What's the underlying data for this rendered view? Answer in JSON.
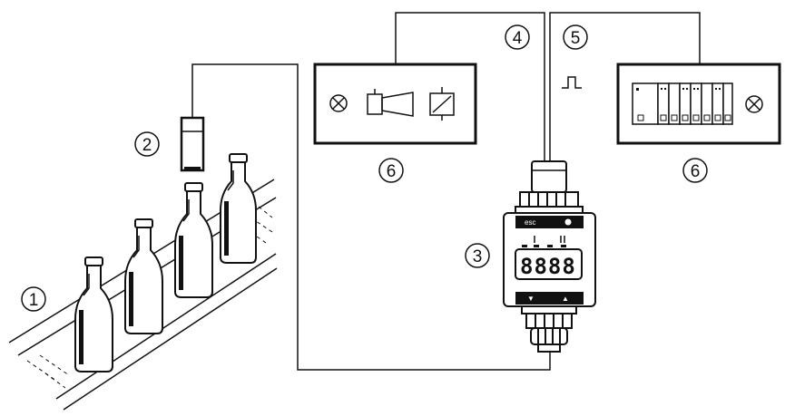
{
  "diagram": {
    "callouts": [
      {
        "id": "callout-1",
        "label": "1"
      },
      {
        "id": "callout-2",
        "label": "2"
      },
      {
        "id": "callout-3",
        "label": "3"
      },
      {
        "id": "callout-4",
        "label": "4"
      },
      {
        "id": "callout-5",
        "label": "5"
      },
      {
        "id": "callout-6-left",
        "label": "6"
      },
      {
        "id": "callout-6-right",
        "label": "6"
      }
    ],
    "device": {
      "esc_label": "esc",
      "display_value": "8888",
      "up_arrow": "▲",
      "down_arrow": "▼"
    },
    "colors": {
      "line": "#111111",
      "background": "#ffffff"
    }
  }
}
